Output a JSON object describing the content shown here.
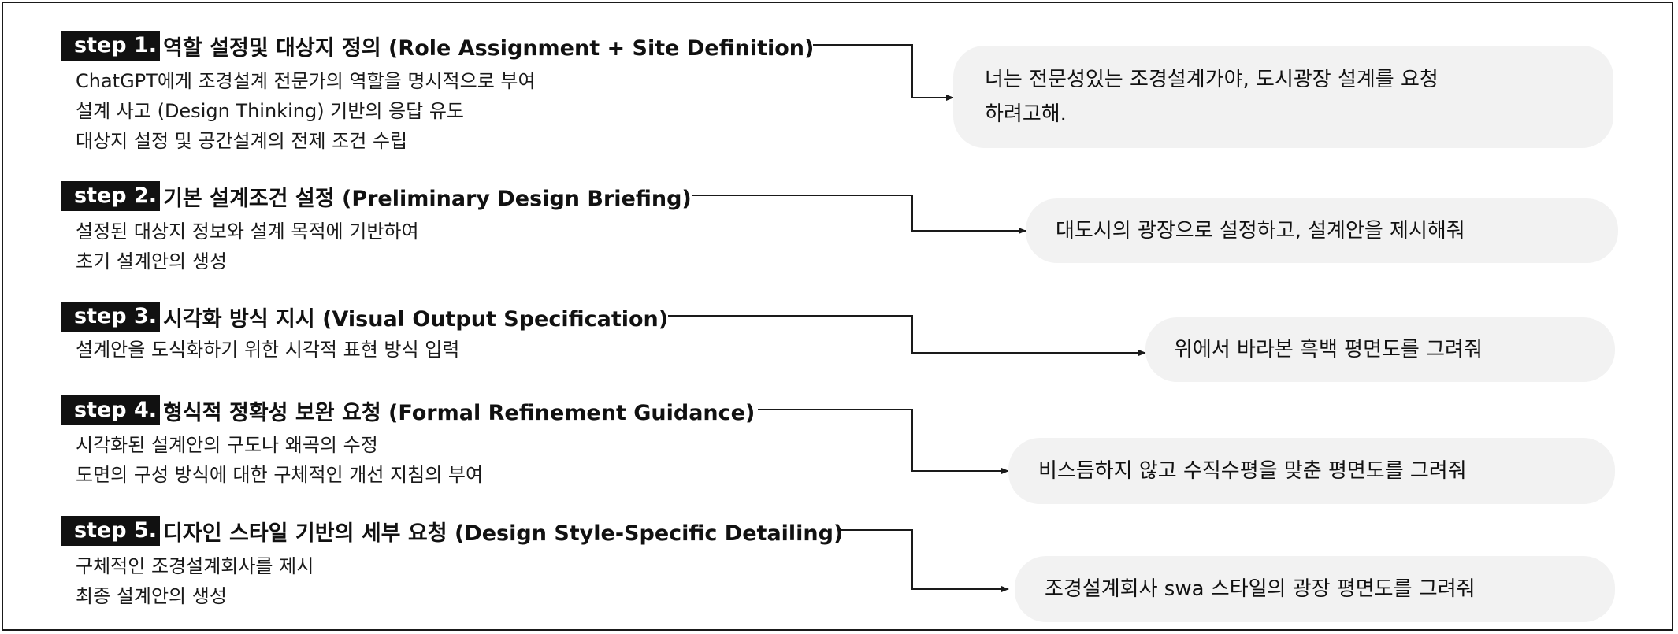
{
  "steps": [
    {
      "badge": "step 1.",
      "title": "역할 설정및 대상지 정의 (Role Assignment + Site Definition)",
      "lines": [
        "ChatGPT에게 조경설계 전문가의 역할을 명시적으로 부여",
        "설계 사고 (Design Thinking) 기반의 응답 유도",
        "대상지 설정 및 공간설계의 전제 조건 수립"
      ],
      "prompt": [
        "너는 전문성있는 조경설계가야, 도시광장 설계를 요청",
        "하려고해."
      ]
    },
    {
      "badge": "step 2.",
      "title": "기본 설계조건 설정 (Preliminary Design Briefing)",
      "lines": [
        "설정된 대상지 정보와 설계 목적에 기반하여",
        "초기 설계안의 생성"
      ],
      "prompt": [
        "대도시의 광장으로 설정하고, 설계안을 제시해줘"
      ]
    },
    {
      "badge": "step 3.",
      "title": "시각화 방식 지시 (Visual Output Specification)",
      "lines": [
        "설계안을 도식화하기 위한 시각적 표현 방식 입력"
      ],
      "prompt": [
        "위에서 바라본 흑백 평면도를 그려줘"
      ]
    },
    {
      "badge": "step 4.",
      "title": "형식적 정확성 보완 요청 (Formal Refinement Guidance)",
      "lines": [
        "시각화된 설계안의 구도나 왜곡의 수정",
        "도면의 구성 방식에 대한 구체적인 개선 지침의 부여"
      ],
      "prompt": [
        "비스듬하지 않고 수직수평을 맞춘 평면도를 그려줘"
      ]
    },
    {
      "badge": "step 5.",
      "title": "디자인 스타일 기반의 세부 요청 (Design Style-Specific Detailing)",
      "lines": [
        "구체적인 조경설계회사를 제시",
        "최종 설계안의 생성"
      ],
      "prompt": [
        "조경설계회사 swa 스타일의 광장 평면도를 그려줘"
      ]
    }
  ],
  "colors": {
    "badge_bg": "#111111",
    "bubble_bg": "#f2f2f2",
    "line": "#1a1a1a"
  }
}
